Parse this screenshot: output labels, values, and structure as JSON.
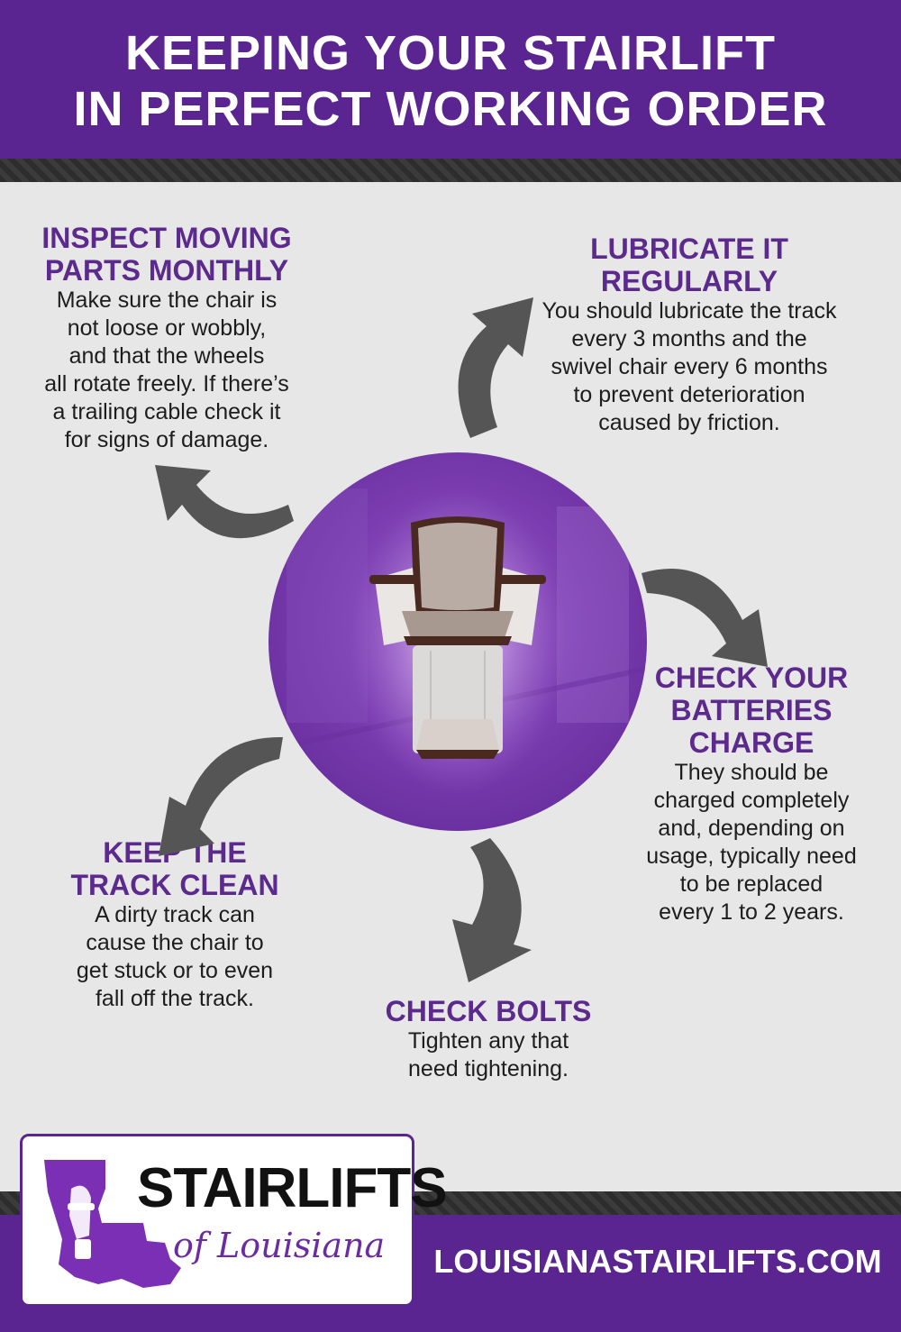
{
  "header": {
    "title_line1": "KEEPING YOUR STAIRLIFT",
    "title_line2": "IN PERFECT WORKING ORDER"
  },
  "tips": {
    "inspect": {
      "title_line1": "INSPECT MOVING",
      "title_line2": "PARTS MONTHLY",
      "lines": [
        "Make sure the chair is",
        "not loose or wobbly,",
        "and that the wheels",
        "all rotate freely. If there’s",
        "a trailing cable check it",
        "for signs of damage."
      ]
    },
    "lubricate": {
      "title": "LUBRICATE IT REGULARLY",
      "lines": [
        "You should lubricate the track",
        "every 3 months and the",
        "swivel chair every 6 months",
        "to prevent deterioration",
        "caused by friction."
      ]
    },
    "batteries": {
      "title_line1": "CHECK YOUR",
      "title_line2": "BATTERIES",
      "title_line3": "CHARGE",
      "lines": [
        "They should be",
        "charged completely",
        "and, depending on",
        "usage, typically need",
        "to be replaced",
        "every 1 to 2 years."
      ]
    },
    "clean": {
      "title_line1": "KEEP THE",
      "title_line2": "TRACK CLEAN",
      "lines": [
        "A dirty track can",
        "cause the chair to",
        "get stuck or to even",
        "fall off the track."
      ]
    },
    "bolts": {
      "title": "CHECK BOLTS",
      "lines": [
        "Tighten any that",
        "need tightening."
      ]
    }
  },
  "logo": {
    "main": "STAIRLIFTS",
    "sub": "of Louisiana"
  },
  "footer": {
    "url": "LOUISIANASTAIRLIFTS.COM"
  },
  "colors": {
    "brand_purple": "#5a2590",
    "title_purple": "#5b2a8c",
    "arrow_gray": "#555555",
    "background": "#e8e7e8"
  }
}
